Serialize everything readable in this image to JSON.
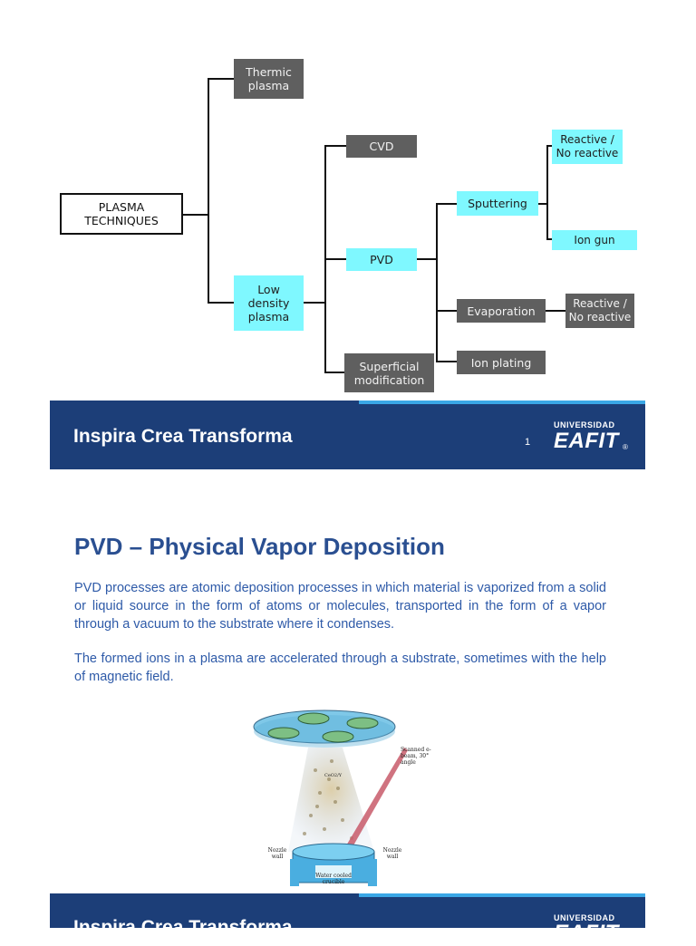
{
  "diagram": {
    "root": "PLASMA TECHNIQUES",
    "thermic": "Thermic plasma",
    "low_density": "Low density plasma",
    "cvd": "CVD",
    "pvd": "PVD",
    "superficial": "Superficial modification",
    "sputtering": "Sputtering",
    "evaporation": "Evaporation",
    "ion_plating": "Ion plating",
    "reactive_1": "Reactive / No reactive",
    "ion_gun": "Ion gun",
    "reactive_2": "Reactive / No reactive"
  },
  "footer": {
    "tagline": "Inspira Crea Transforma",
    "page_number": "1",
    "logo_top": "UNIVERSIDAD",
    "logo_main": "EAFIT",
    "logo_mark": "®"
  },
  "slide2": {
    "title": "PVD – Physical Vapor Deposition",
    "paragraph1": "PVD processes are atomic deposition processes in which material is vaporized from a solid or liquid source in the form of atoms or molecules, transported in the form of a vapor through a vacuum to the substrate where it condenses.",
    "paragraph2": "The formed ions in a plasma are accelerated through a substrate, sometimes with the help of magnetic field.",
    "figure_labels": {
      "scanned": "Scanned e-beam, 30° angle",
      "nozzle_left": "Nozzle wall",
      "nozzle_right": "Nozzle wall",
      "crucible": "Water cooled crucible",
      "source": "CeO2/Y"
    }
  },
  "colors": {
    "navy": "#1c3e78",
    "accent_blue": "#3aa7e6",
    "cyan_box": "#7ff8ff",
    "gray_box": "#5f5f5f",
    "heading_blue": "#2a4f91"
  }
}
